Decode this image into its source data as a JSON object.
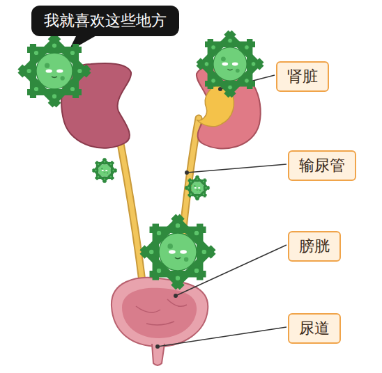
{
  "diagram": {
    "nodes": [
      {
        "text": [
          "我就喜欢这些地方"
        ]
      },
      {
        "text": [
          "肾脏"
        ]
      },
      {
        "text": [
          "输尿管"
        ]
      },
      {
        "text": [
          "膀胱"
        ]
      },
      {
        "text": [
          "尿道"
        ]
      }
    ]
  }
}
